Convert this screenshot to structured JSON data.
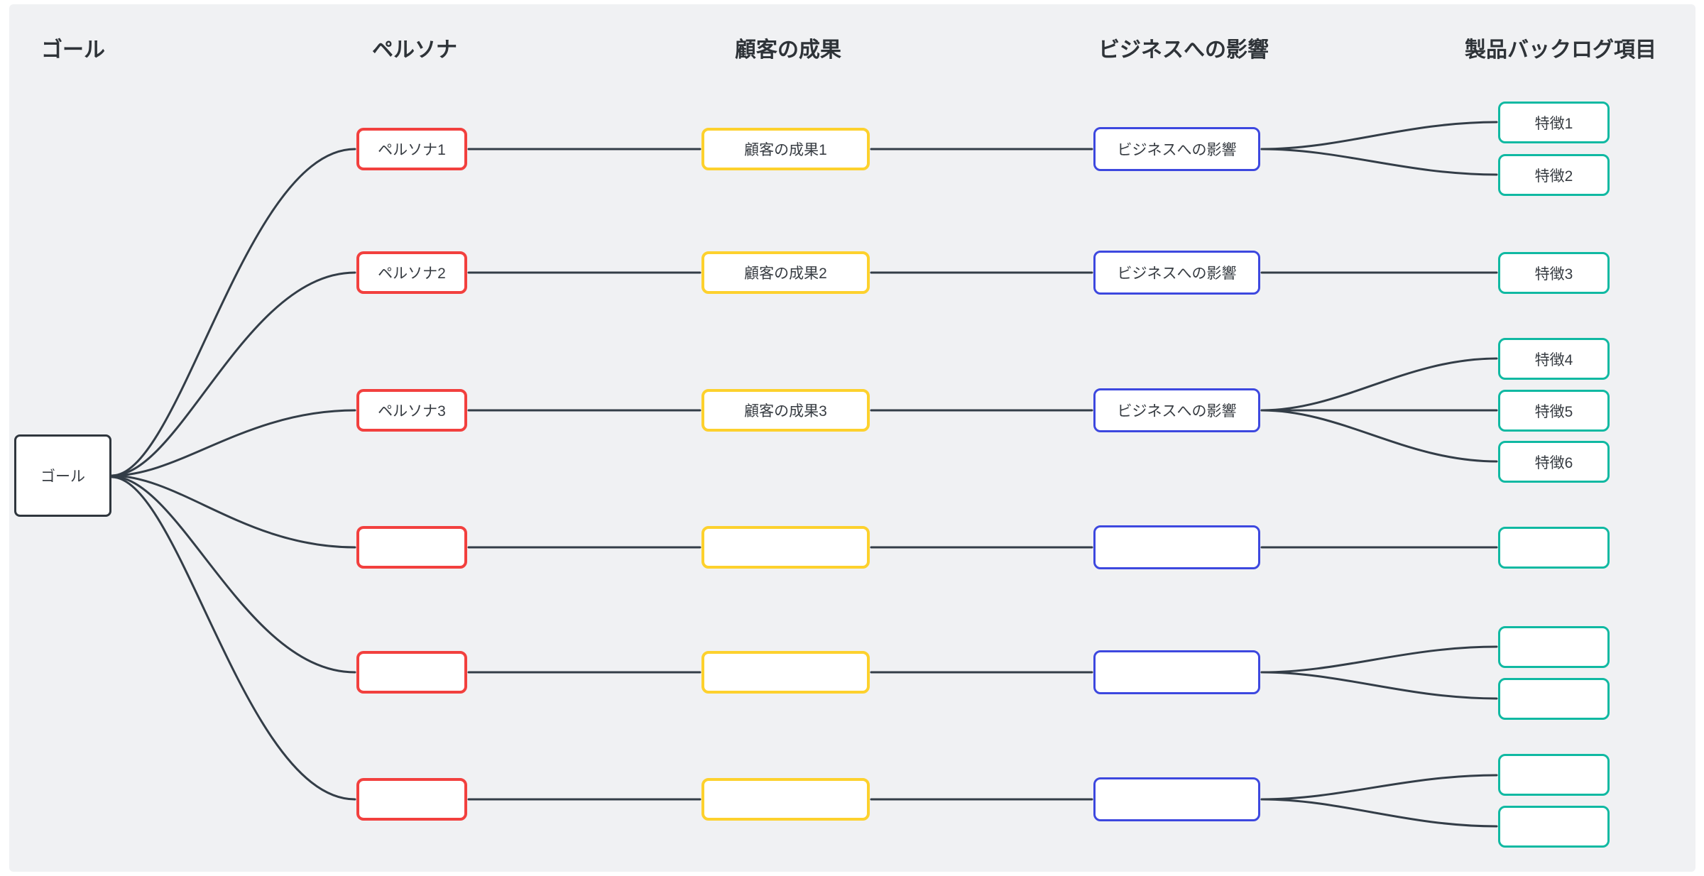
{
  "diagram_type": "impact-map-flowchart",
  "colors": {
    "page_background": "#ffffff",
    "board_background": "#f0f1f3",
    "node_fill": "#ffffff",
    "goal_border": "#2f363d",
    "persona_border": "#f2403e",
    "outcome_border": "#fdd12d",
    "impact_border": "#3d48df",
    "feature_border": "#10b9a2",
    "connector": "#333d47",
    "header_text": "#2e3338",
    "node_text": "#373c42"
  },
  "headers": {
    "goal": "ゴール",
    "persona": "ペルソナ",
    "outcome": "顧客の成果",
    "impact": "ビジネスへの影響",
    "backlog": "製品バックログ項目"
  },
  "goal": {
    "label": "ゴール"
  },
  "personas": [
    {
      "label": "ペルソナ1"
    },
    {
      "label": "ペルソナ2"
    },
    {
      "label": "ペルソナ3"
    },
    {
      "label": ""
    },
    {
      "label": ""
    },
    {
      "label": ""
    }
  ],
  "outcomes": [
    {
      "label": "顧客の成果1"
    },
    {
      "label": "顧客の成果2"
    },
    {
      "label": "顧客の成果3"
    },
    {
      "label": ""
    },
    {
      "label": ""
    },
    {
      "label": ""
    }
  ],
  "impacts": [
    {
      "label": "ビジネスへの影響"
    },
    {
      "label": "ビジネスへの影響"
    },
    {
      "label": "ビジネスへの影響"
    },
    {
      "label": ""
    },
    {
      "label": ""
    },
    {
      "label": ""
    }
  ],
  "features": [
    {
      "label": "特徴1"
    },
    {
      "label": "特徴2"
    },
    {
      "label": "特徴3"
    },
    {
      "label": "特徴4"
    },
    {
      "label": "特徴5"
    },
    {
      "label": "特徴6"
    },
    {
      "label": ""
    },
    {
      "label": ""
    },
    {
      "label": ""
    },
    {
      "label": ""
    },
    {
      "label": ""
    }
  ]
}
